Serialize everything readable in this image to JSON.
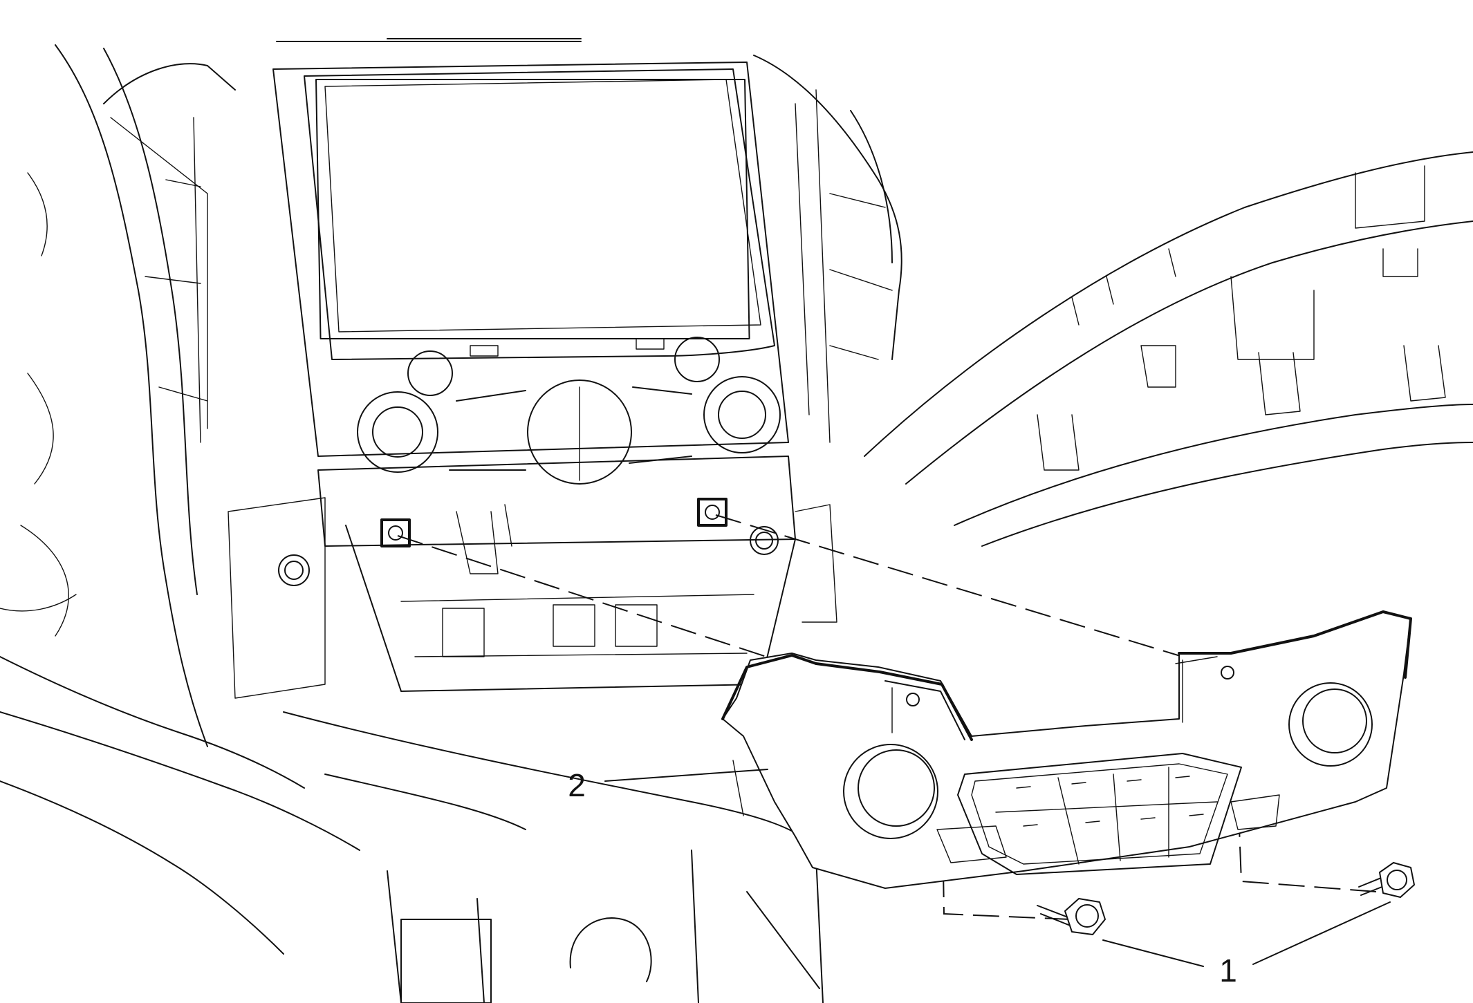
{
  "diagram": {
    "callouts": [
      {
        "id": "fastener",
        "label": "1"
      },
      {
        "id": "control-module",
        "label": "2"
      }
    ]
  }
}
